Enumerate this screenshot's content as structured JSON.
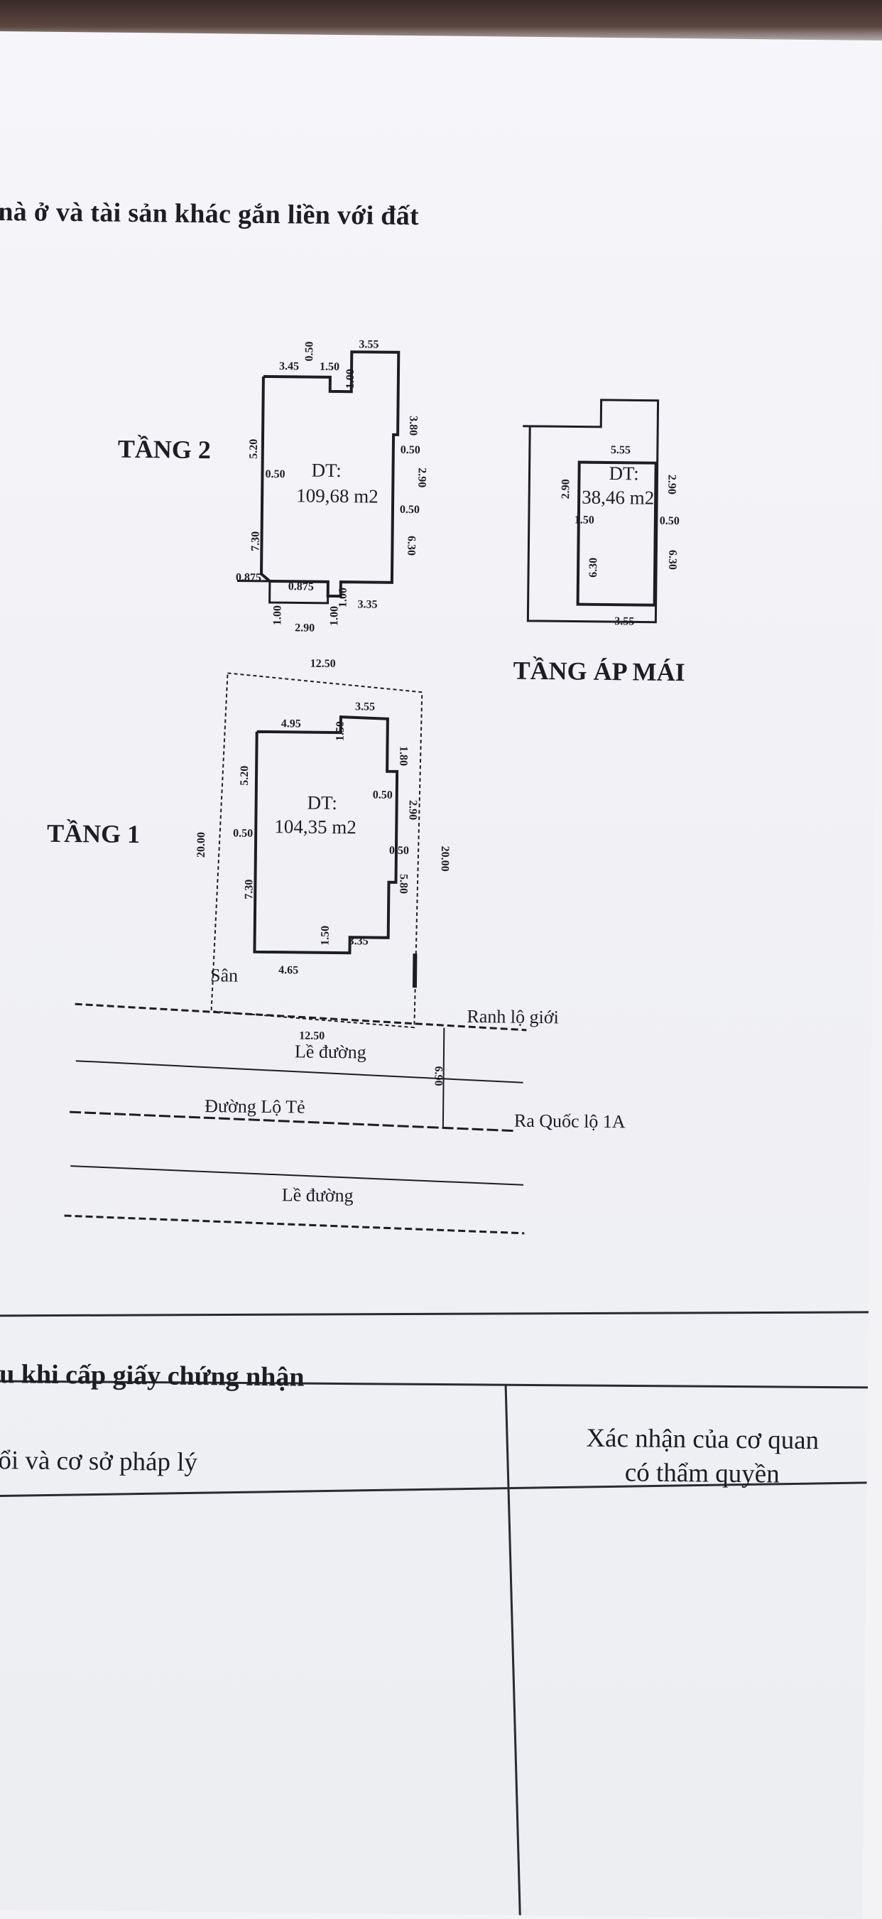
{
  "document": {
    "section_title": "nà ở và tài sản khác gắn liền với đất",
    "after_title": "au khi cấp giấy chứng nhận",
    "col_left_header": "đổi và cơ sở pháp lý",
    "col_right_header_line1": "Xác nhận của cơ quan",
    "col_right_header_line2": "có thẩm quyền"
  },
  "floor2": {
    "label": "TẦNG 2",
    "area_prefix": "DT:",
    "area_value": "109,68 m2",
    "dims": [
      "3.55",
      "3.45",
      "1.50",
      "0.50",
      "1.00",
      "3.80",
      "5.20",
      "0.50",
      "0.50",
      "2.90",
      "0.50",
      "7.30",
      "6.30",
      "0.875",
      "0.875",
      "1.00",
      "1.00",
      "3.35",
      "1.00",
      "2.90"
    ]
  },
  "roof": {
    "label": "TẦNG ÁP MÁI",
    "area_prefix": "DT:",
    "area_value": "38,46 m2",
    "dims": [
      "5.55",
      "2.90",
      "2.90",
      "1.50",
      "0.50",
      "6.30",
      "6.30",
      "3.55"
    ]
  },
  "floor1": {
    "label": "TẦNG 1",
    "area_prefix": "DT:",
    "area_value": "104,35 m2",
    "dims": [
      "12.50",
      "3.55",
      "4.95",
      "1.50",
      "1.80",
      "5.20",
      "0.50",
      "0.50",
      "2.90",
      "20.00",
      "20.00",
      "0.50",
      "7.30",
      "5.80",
      "1.50",
      "3.35",
      "4.65",
      "12.50",
      "6.90"
    ]
  },
  "site": {
    "yard": "Sân",
    "boundary": "Ranh lộ giới",
    "sidewalk_top": "Lề đường",
    "road": "Đường Lộ Tẻ",
    "to_highway": "Ra Quốc lộ 1A",
    "sidewalk_bottom": "Lề đường"
  }
}
